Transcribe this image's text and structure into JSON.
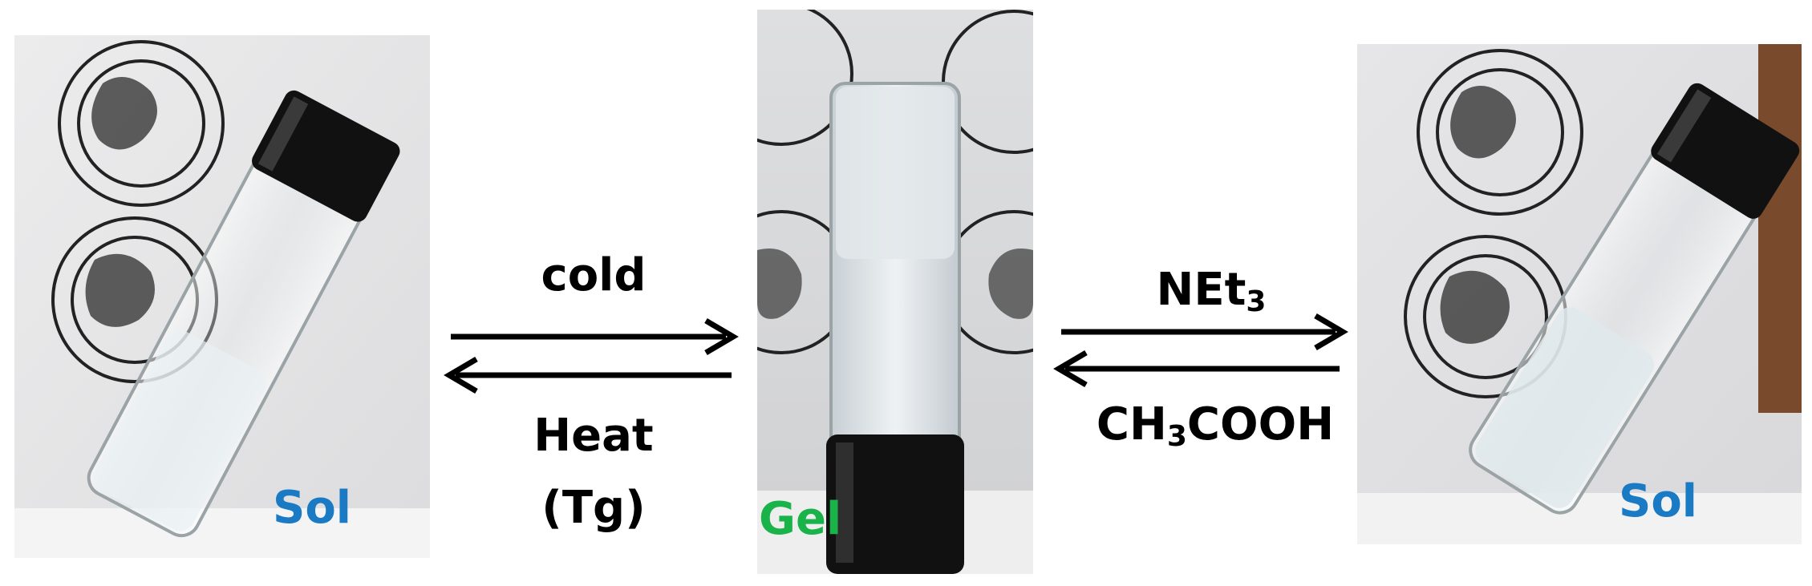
{
  "states": {
    "left": "Sol",
    "center": "Gel",
    "right": "Sol"
  },
  "conditions": {
    "forward_1": "cold",
    "reverse_1_line1": "Heat",
    "reverse_1_line2": "(Tg)",
    "forward_2_base": "NEt",
    "forward_2_sub": "3",
    "reverse_2_a": "CH",
    "reverse_2_sub": "3",
    "reverse_2_b": "COOH"
  },
  "colors": {
    "sol": "#1a7ac4",
    "gel": "#19b34a",
    "arrow": "#000000",
    "cap": "#111111",
    "seal_ink": "#222222",
    "background_paper": "#e9e9ea"
  },
  "icons": {
    "left_panel": "vial-photo-sol",
    "center_panel": "vial-photo-gel-inverted",
    "right_panel": "vial-photo-sol-tilted"
  }
}
